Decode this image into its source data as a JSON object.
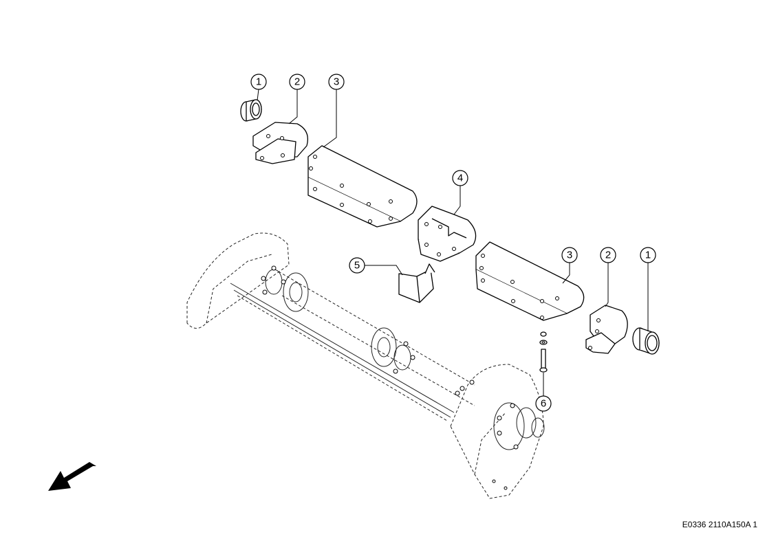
{
  "callouts": {
    "item1_left": "1",
    "item2_left": "2",
    "item3_left": "3",
    "item4": "4",
    "item5": "5",
    "item3_right": "3",
    "item2_right": "2",
    "item1_right": "1",
    "item6": "6"
  },
  "document_code": "E0336 2110A150A 1"
}
